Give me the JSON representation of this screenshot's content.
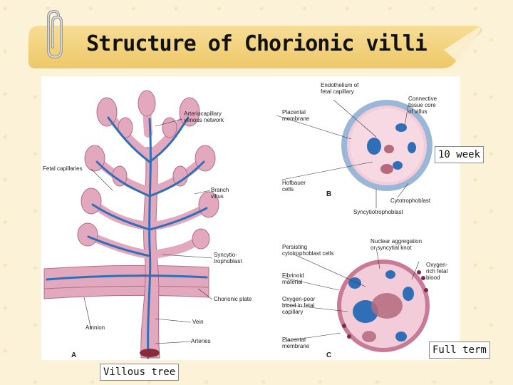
{
  "title": "Structure of Chorionic villi",
  "icon": "paperclip-icon",
  "colors": {
    "banner": "#f3d47f",
    "background": "#fbf2d8",
    "villus_pink": "#e2a9be",
    "vessel_blue": "#2f6fb8"
  },
  "callouts": {
    "week10": "10 week",
    "full_term": "Full term",
    "villous_tree": "Villous tree"
  },
  "panels": {
    "a": "A",
    "b": "B",
    "c": "C"
  },
  "labels": {
    "arteriocapillary": "Arteriocapillary\nvenous network",
    "fetal_capillaries": "Fetal capillaries",
    "branch_villus": "Branch\nvillus",
    "syncytiotrophoblast_a": "Syncytio-\ntrophoblast",
    "chorionic_plate": "Chorionic plate",
    "vein": "Vein",
    "amnion": "Amnion",
    "arteries": "Arteries",
    "endothelium": "Endothelium of\nfetal capillary",
    "placental_membrane_b": "Placental\nmembrane",
    "connective_tissue": "Connective\ntissue core\nof villus",
    "hofbauer": "Hofbauer\ncells",
    "cytotrophoblast": "Cytotrophoblast",
    "syncytiotrophoblast_b": "Syncytiotrophoblast",
    "persisting": "Persisting\ncytotrophoblast cells",
    "nuclear_aggregation": "Nuclear aggregation\nor syncytial knot",
    "fibrinoid": "Fibrinoid\nmaterial",
    "oxygen_rich": "Oxygen-\nrich fetal\nblood",
    "oxygen_poor": "Oxygen-poor\nblood in fetal\ncapillary",
    "placental_membrane_c": "Placental\nmembrane"
  }
}
